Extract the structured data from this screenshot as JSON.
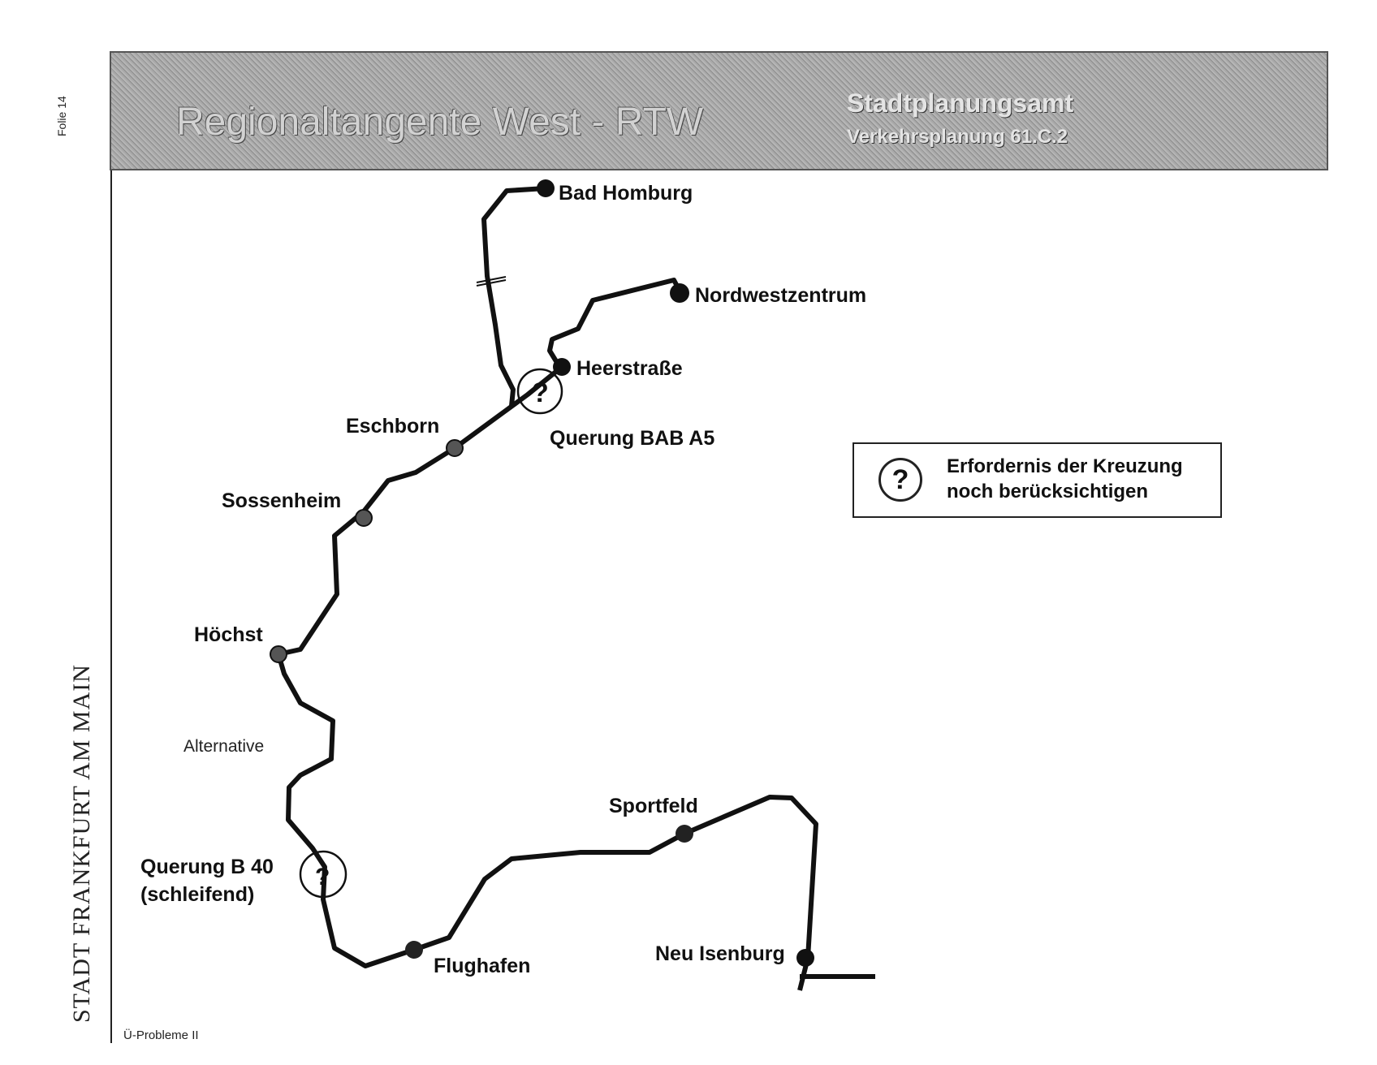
{
  "slide": {
    "number_label": "Folie 14",
    "footer": "Ü-Probleme II"
  },
  "header": {
    "title": "Regionaltangente West - RTW",
    "office": "Stadtplanungsamt",
    "department": "Verkehrsplanung 61.C.2"
  },
  "city": {
    "name": "STADT FRANKFURT AM MAIN"
  },
  "stations": {
    "bad_homburg": "Bad Homburg",
    "nordwestzentrum": "Nordwestzentrum",
    "heerstrasse": "Heerstraße",
    "eschborn": "Eschborn",
    "sossenheim": "Sossenheim",
    "hoechst": "Höchst",
    "sportfeld": "Sportfeld",
    "flughafen": "Flughafen",
    "neu_isenburg": "Neu Isenburg"
  },
  "annotations": {
    "crossing_a5": "Querung BAB A5",
    "crossing_b40_line1": "Querung B 40",
    "crossing_b40_line2": "(schleifend)",
    "alternative": "Alternative",
    "question_mark": "?"
  },
  "legend": {
    "symbol": "?",
    "line1": "Erfordernis der Kreuzung",
    "line2": "noch berücksichtigen"
  },
  "colors": {
    "route": "#111111",
    "header_band": "#9a9a9a"
  }
}
